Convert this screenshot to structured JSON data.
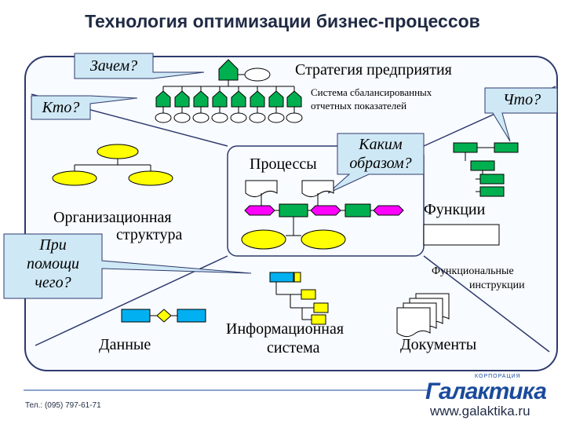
{
  "title": "Технология оптимизации бизнес-процессов",
  "bubbles": {
    "why": "Зачем?",
    "who": "Кто?",
    "what": "Что?",
    "how_line1": "Каким",
    "how_line2": "образом?",
    "with_line1": "При",
    "with_line2": "помощи",
    "with_line3": "чего?"
  },
  "labels": {
    "strategy": "Стратегия предприятия",
    "bsc_line1": "Система сбалансированных",
    "bsc_line2": "отчетных показателей",
    "processes": "Процессы",
    "org_line1": "Организационная",
    "org_line2": "структура",
    "functions": "Функции",
    "instr_line1": "Функциональные",
    "instr_line2": "инструкции",
    "data": "Данные",
    "is_line1": "Информационная",
    "is_line2": "система",
    "documents": "Документы"
  },
  "footer": {
    "phone": "Тел.: (095) 797-61-71",
    "corporation": "КОРПОРАЦИЯ",
    "brand": "Галактика",
    "url": "www.galaktika.ru"
  },
  "colors": {
    "frame": "#2e3a6e",
    "bubble": "#cfe8f5",
    "green": "#00b050",
    "yellow": "#ffff00",
    "magenta": "#ff00ff",
    "cyan": "#00b0f0",
    "brand": "#1a4b9c"
  }
}
